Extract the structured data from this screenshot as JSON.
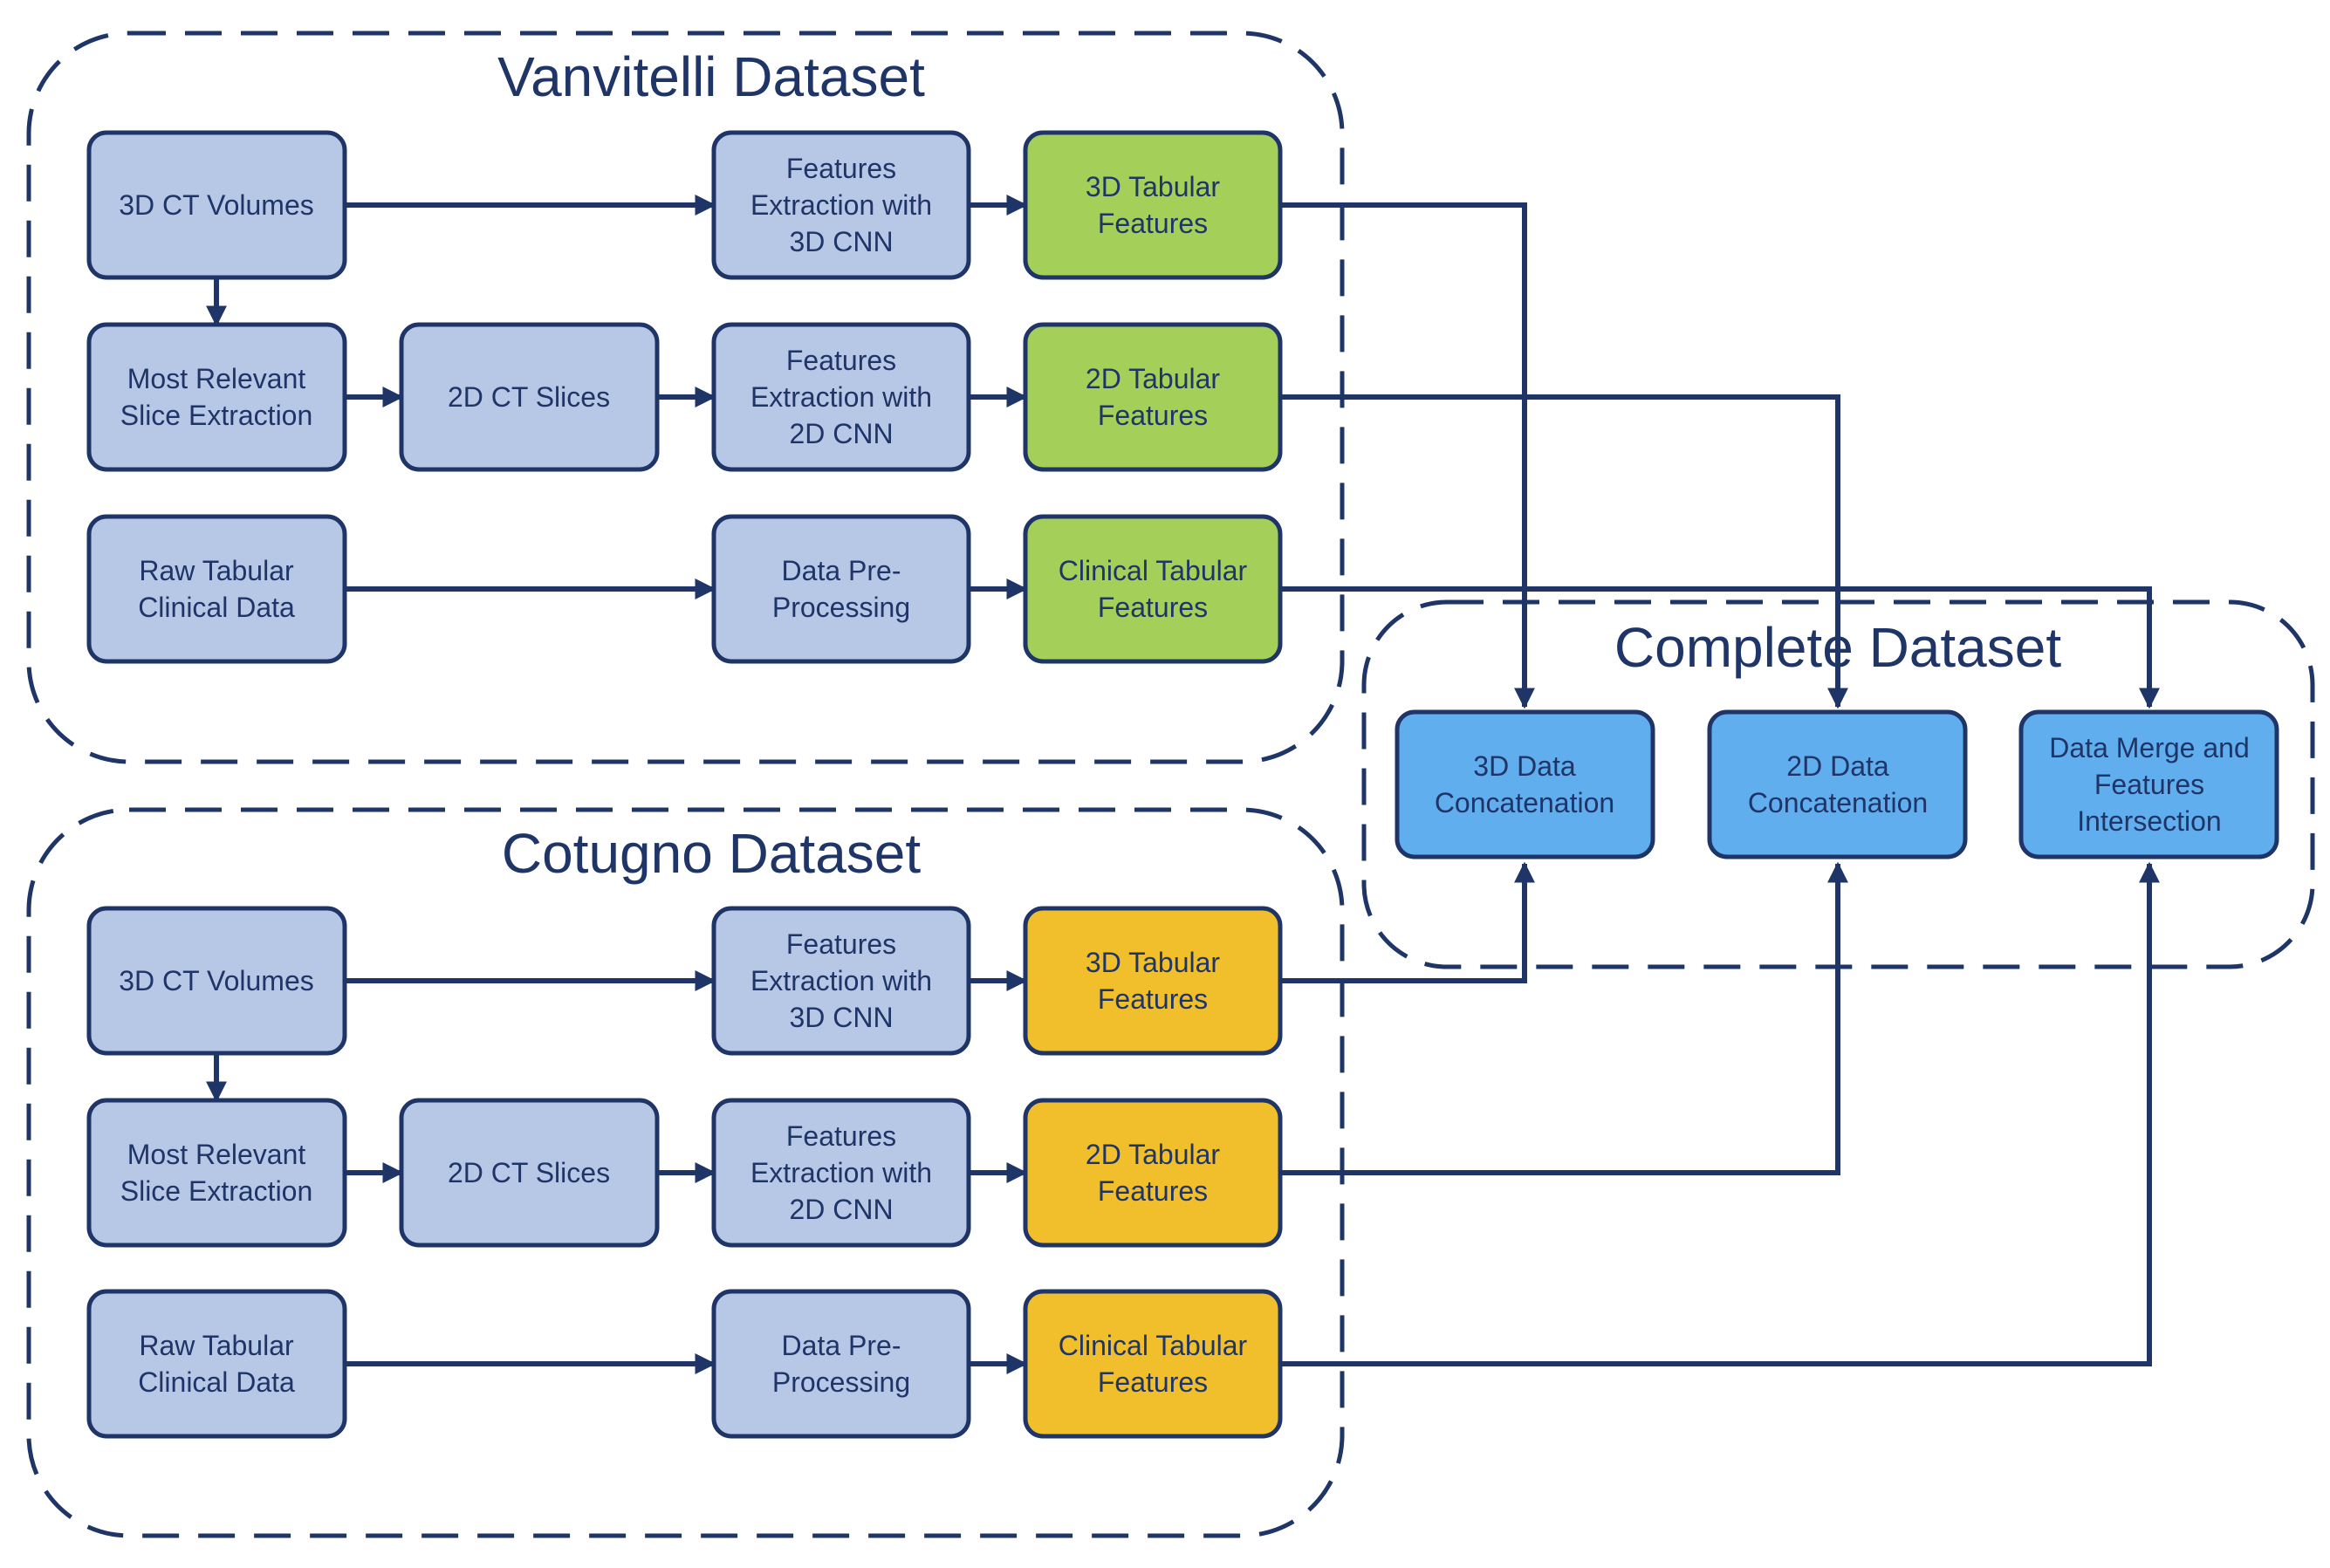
{
  "groups": {
    "vanvitelli": {
      "title": "Vanvitelli Dataset",
      "nodes": {
        "ct3d": [
          "3D CT Volumes"
        ],
        "fe3d": [
          "Features",
          "Extraction with",
          "3D CNN"
        ],
        "tab3d": [
          "3D Tabular",
          "Features"
        ],
        "slice": [
          "Most Relevant",
          "Slice Extraction"
        ],
        "ct2d": [
          "2D CT Slices"
        ],
        "fe2d": [
          "Features",
          "Extraction with",
          "2D CNN"
        ],
        "tab2d": [
          "2D Tabular",
          "Features"
        ],
        "raw": [
          "Raw Tabular",
          "Clinical Data"
        ],
        "prep": [
          "Data Pre-",
          "Processing"
        ],
        "clin": [
          "Clinical Tabular",
          "Features"
        ]
      }
    },
    "cotugno": {
      "title": "Cotugno Dataset",
      "nodes": {
        "ct3d": [
          "3D CT Volumes"
        ],
        "fe3d": [
          "Features",
          "Extraction with",
          "3D CNN"
        ],
        "tab3d": [
          "3D Tabular",
          "Features"
        ],
        "slice": [
          "Most Relevant",
          "Slice Extraction"
        ],
        "ct2d": [
          "2D CT Slices"
        ],
        "fe2d": [
          "Features",
          "Extraction with",
          "2D CNN"
        ],
        "tab2d": [
          "2D Tabular",
          "Features"
        ],
        "raw": [
          "Raw Tabular",
          "Clinical Data"
        ],
        "prep": [
          "Data Pre-",
          "Processing"
        ],
        "clin": [
          "Clinical Tabular",
          "Features"
        ]
      }
    },
    "complete": {
      "title": "Complete Dataset",
      "nodes": {
        "concat3d": [
          "3D Data",
          "Concatenation"
        ],
        "concat2d": [
          "2D Data",
          "Concatenation"
        ],
        "merge": [
          "Data Merge and",
          "Features",
          "Intersection"
        ]
      }
    }
  },
  "colors": {
    "stroke": "#1f3567",
    "raw_node": "#b7c7e6",
    "vanvitelli_output": "#a4cf59",
    "cotugno_output": "#f0bf2b",
    "complete_node": "#61aeef"
  }
}
